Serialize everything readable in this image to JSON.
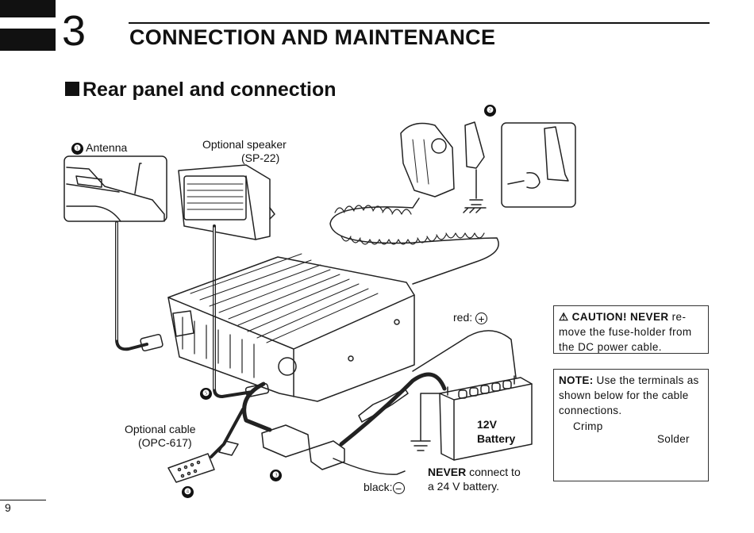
{
  "header": {
    "chapter_number": "3",
    "chapter_title": "CONNECTION AND MAINTENANCE"
  },
  "section": {
    "title": "Rear panel and connection"
  },
  "labels": {
    "antenna_num": "❶",
    "antenna": "Antenna",
    "speaker_line1": "Optional speaker",
    "speaker_line2": "(SP-22)",
    "mic_hanger_num": "❷",
    "dc_cable_num": "❸",
    "opt_cable_num": "❹",
    "speaker_jack_num": "❺",
    "cable_line1": "Optional cable",
    "cable_line2": "(OPC-617)",
    "red": "red:",
    "black": "black:",
    "battery_line1": "12V",
    "battery_line2": "Battery",
    "never_bold": "NEVER",
    "never_rest1": " connect to",
    "never_rest2": "a 24 V battery."
  },
  "caution": {
    "prefix": "⚠ CAUTION! NEVER",
    "text1": " re-",
    "text2": "move the fuse-holder from",
    "text3": "the DC power cable."
  },
  "note": {
    "prefix": "NOTE:",
    "text1": " Use the terminals as",
    "text2": "shown below for the cable",
    "text3": "connections.",
    "crimp": "Crimp",
    "solder": "Solder"
  },
  "footer": {
    "page_number": "9"
  }
}
